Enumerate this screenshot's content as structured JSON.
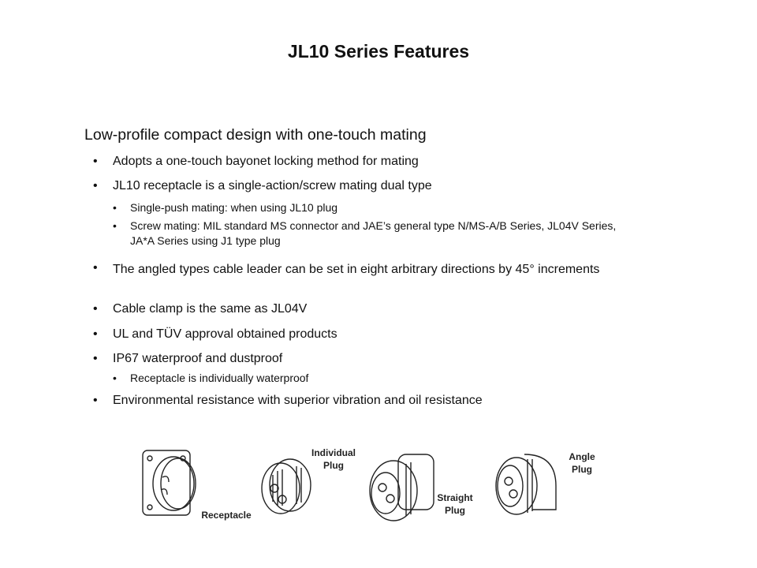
{
  "title": "JL10 Series Features",
  "heading": "Low-profile compact design with one-touch mating",
  "bullet": "•",
  "items": [
    {
      "level": 1,
      "text": "Adopts a one-touch bayonet locking method for mating"
    },
    {
      "level": 1,
      "text": "JL10 receptacle is a single-action/screw mating dual type"
    },
    {
      "level": 2,
      "text": "Single-push mating: when using JL10 plug"
    },
    {
      "level": 2,
      "text": "Screw mating: MIL standard MS connector and JAE’s general type N/MS-A/B Series, JL04V Series, JA*A Series using J1 type plug"
    },
    {
      "level": 1,
      "text": "The angled types cable leader can be set in eight arbitrary directions by 45° increments"
    },
    {
      "level": 1,
      "text": "Cable clamp is the same as JL04V"
    },
    {
      "level": 1,
      "text": "UL and TÜV approval obtained products"
    },
    {
      "level": 1,
      "text": "IP67 waterproof and dustproof"
    },
    {
      "level": 2,
      "text": "Receptacle is individually waterproof"
    },
    {
      "level": 1,
      "text": "Environmental resistance with superior vibration and oil resistance"
    }
  ],
  "images": {
    "receptacle": "Receptacle",
    "individual_1": "Individual",
    "individual_2": "Plug",
    "straight_1": "Straight",
    "straight_2": "Plug",
    "angle_1": "Angle",
    "angle_2": "Plug"
  }
}
